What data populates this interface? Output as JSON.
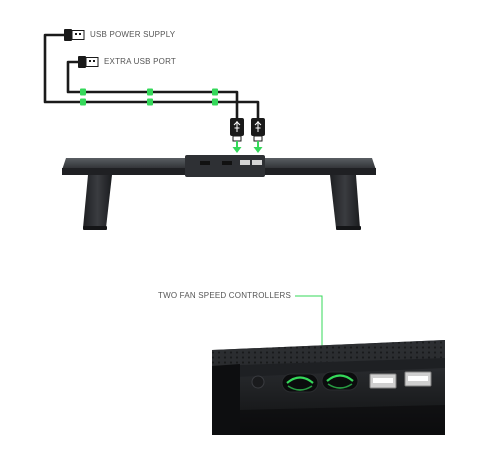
{
  "labels": {
    "usb_power_supply": "USB POWER SUPPLY",
    "extra_usb_port": "EXTRA USB PORT",
    "fan_speed_controllers": "TWO FAN SPEED CONTROLLERS"
  },
  "colors": {
    "cable": "#1a1a1a",
    "accent_green": "#35d85a",
    "label_gray": "#555555",
    "stand_dark": "#2b2d30",
    "stand_mid": "#4a4d52"
  },
  "icons": [
    "usb-plug-icon",
    "down-arrow-icon",
    "usb-port-icon",
    "fan-speed-dial-icon"
  ]
}
